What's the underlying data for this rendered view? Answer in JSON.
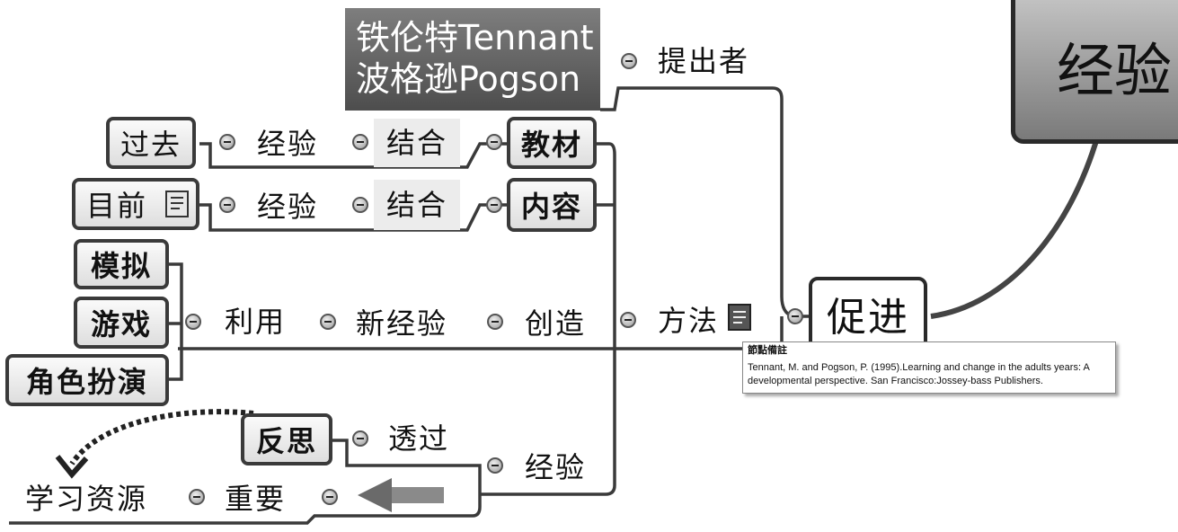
{
  "central": {
    "label": "经验"
  },
  "proposer": {
    "line1": "铁伦特Tennant",
    "line2": "波格逊Pogson"
  },
  "promote": {
    "label": "促进"
  },
  "relations": {
    "proposer": "提出者",
    "method": "方法",
    "experience": "经验",
    "through": "透过",
    "important": "重要"
  },
  "branches": {
    "textbook": "教材",
    "content": "内容",
    "past": "过去",
    "present": "目前",
    "experience": "经验",
    "combine": "结合",
    "simulate": "模拟",
    "game": "游戏",
    "roleplay": "角色扮演",
    "use": "利用",
    "new_experience": "新经验",
    "create": "创造",
    "reflect": "反思",
    "learning_resource": "学习资源"
  },
  "note": {
    "title": "節點備註",
    "text_line1": "Tennant, M. and Pogson, P. (1995).Learning and change in the adults years: A",
    "text_line2": "developmental perspective. San Francisco:Jossey-bass Publishers."
  }
}
